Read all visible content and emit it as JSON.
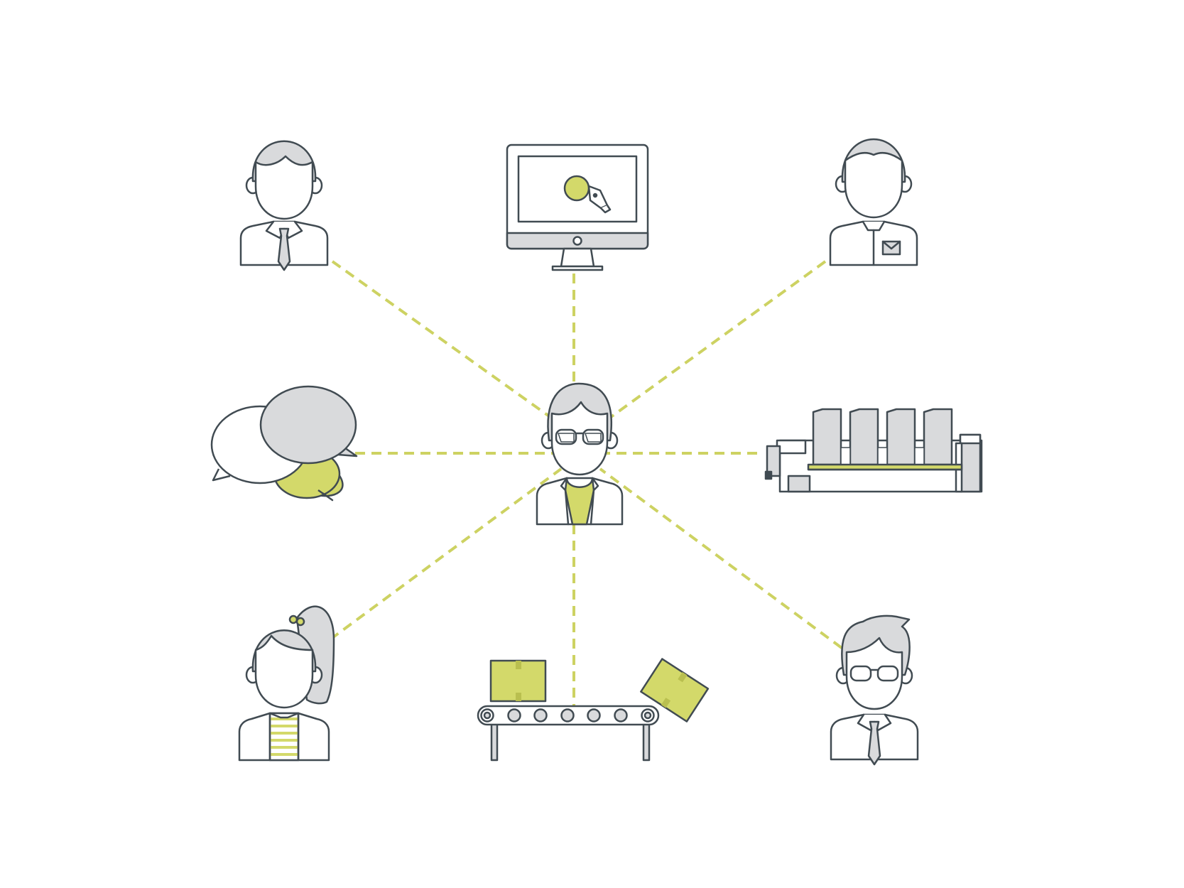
{
  "colors": {
    "background": "#ffffff",
    "stroke": "#414b52",
    "fill_grey": "#d9dadc",
    "accent": "#d3d96a",
    "connector": "#cdd262"
  },
  "diagram": {
    "type": "hub-and-spoke",
    "hub": {
      "node": "engineer-with-glasses"
    },
    "spokes": [
      {
        "node": "manager-with-tie"
      },
      {
        "node": "computer-monitor-design"
      },
      {
        "node": "postal-worker"
      },
      {
        "node": "speech-bubbles"
      },
      {
        "node": "printing-press"
      },
      {
        "node": "woman-ponytail"
      },
      {
        "node": "conveyor-belt-boxes"
      },
      {
        "node": "man-glasses-tie"
      }
    ]
  }
}
